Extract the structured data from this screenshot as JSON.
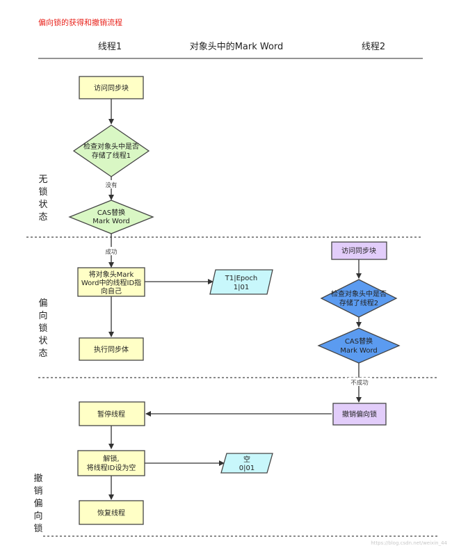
{
  "title": "偏向锁的获得和撤销流程",
  "headers": {
    "thread1": "线程1",
    "markword": "对象头中的Mark Word",
    "thread2": "线程2"
  },
  "states": {
    "lockfree": [
      "无",
      "锁",
      "状",
      "态"
    ],
    "biased": [
      "偏",
      "向",
      "锁",
      "状",
      "态"
    ],
    "revoke": [
      "撤",
      "销",
      "偏",
      "向",
      "锁"
    ]
  },
  "nodes": {
    "t1_access": "访问同步块",
    "t1_check": [
      "检查对象头中是否",
      "存储了线程1"
    ],
    "t1_cas": [
      "CAS替换",
      "Mark Word"
    ],
    "t1_point": [
      "将对象头Mark",
      "Word中的线程ID指",
      "向自己"
    ],
    "t1_exec": "执行同步体",
    "mw_biased": [
      "T1|Epoch",
      "1|01"
    ],
    "t2_access": "访问同步块",
    "t2_check": [
      "检查对象头中是否",
      "存储了线程2"
    ],
    "t2_cas": [
      "CAS替换",
      "Mark Word"
    ],
    "t2_revoke": "撤销偏向锁",
    "t1_pause": "暂停线程",
    "t1_unlock": [
      "解锁,",
      "将线程ID设为空"
    ],
    "mw_empty": [
      "空",
      "0|01"
    ],
    "t1_resume": "恢复线程"
  },
  "edge_labels": {
    "none": "没有",
    "success": "成功",
    "fail": "不成功"
  },
  "watermark": "https://blog.csdn.net/weixin_44"
}
